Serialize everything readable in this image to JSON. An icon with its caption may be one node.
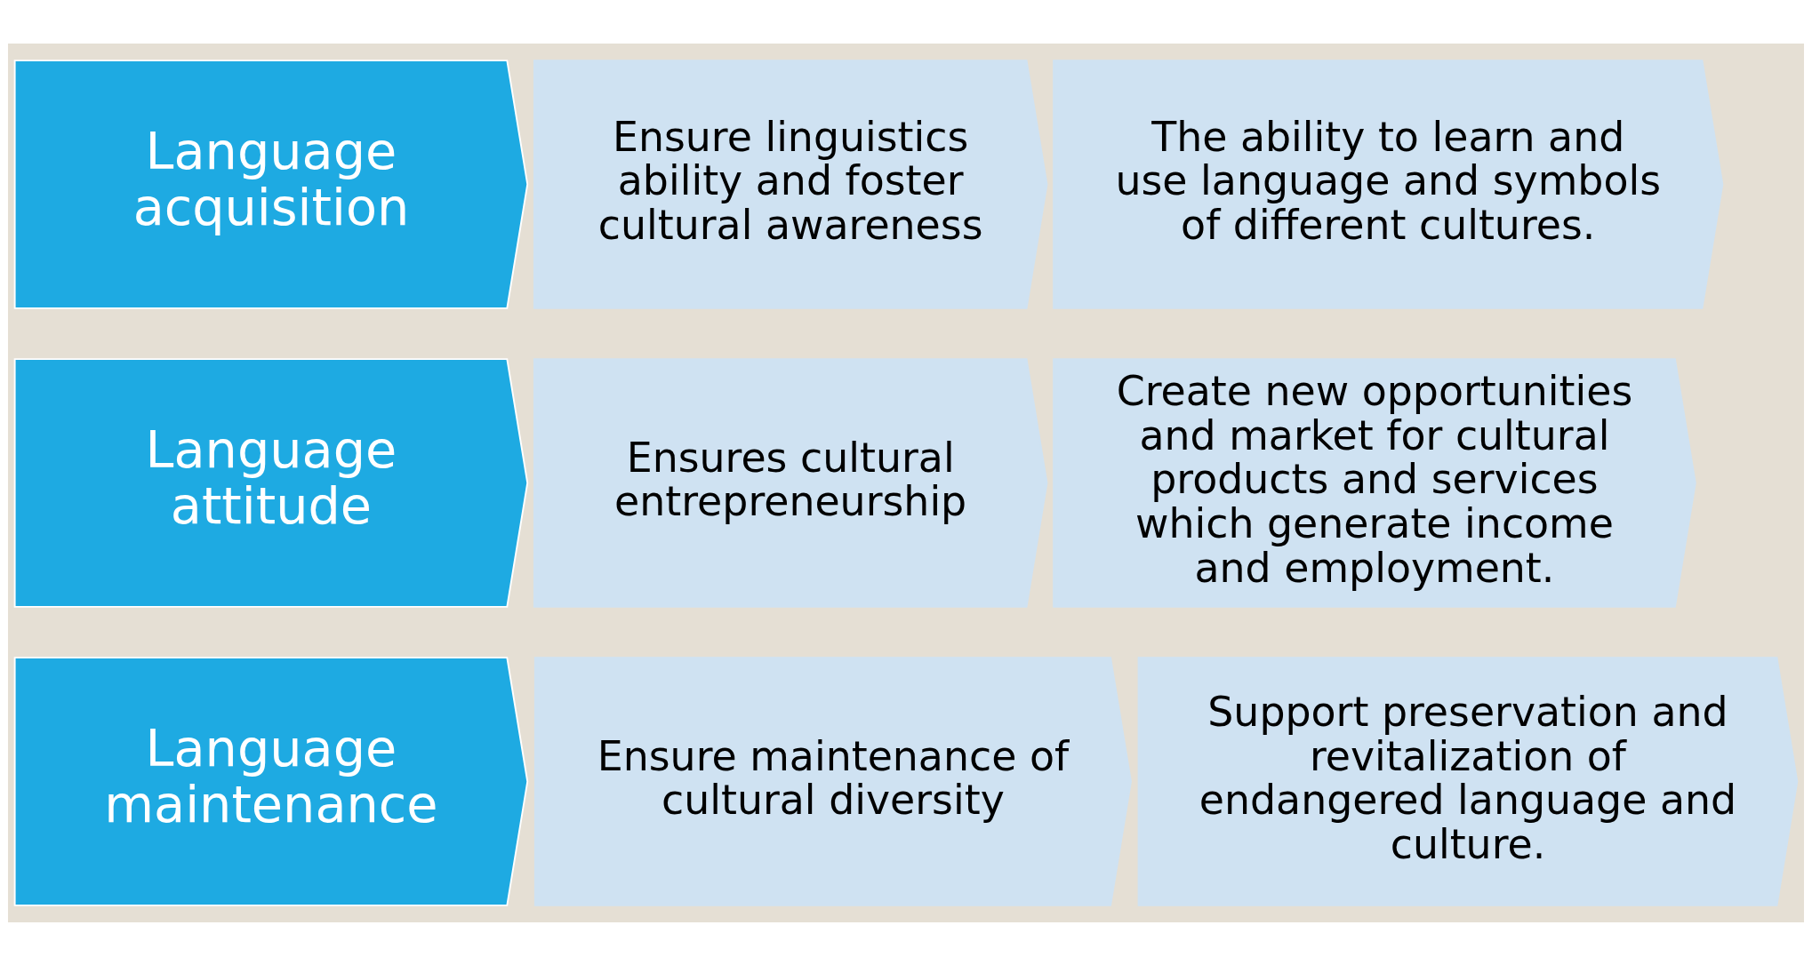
{
  "diagram": {
    "nodes": [
      {
        "text": [
          "Language acquisition"
        ]
      },
      {
        "text": [
          "Ensure linguistics ability and foster cultural awareness"
        ]
      },
      {
        "text": [
          "The ability to learn and use language and symbols of different cultures."
        ]
      },
      {
        "text": [
          "Language attitude"
        ]
      },
      {
        "text": [
          "Ensures cultural entrepreneurship"
        ]
      },
      {
        "text": [
          "Create new opportunities and market for cultural products and services which generate income and employment."
        ]
      },
      {
        "text": [
          "Language maintenance"
        ]
      },
      {
        "text": [
          "Ensure maintenance of cultural diversity"
        ]
      },
      {
        "text": [
          "Support preservation and revitalization of endangered language and culture."
        ]
      }
    ],
    "edges": []
  }
}
